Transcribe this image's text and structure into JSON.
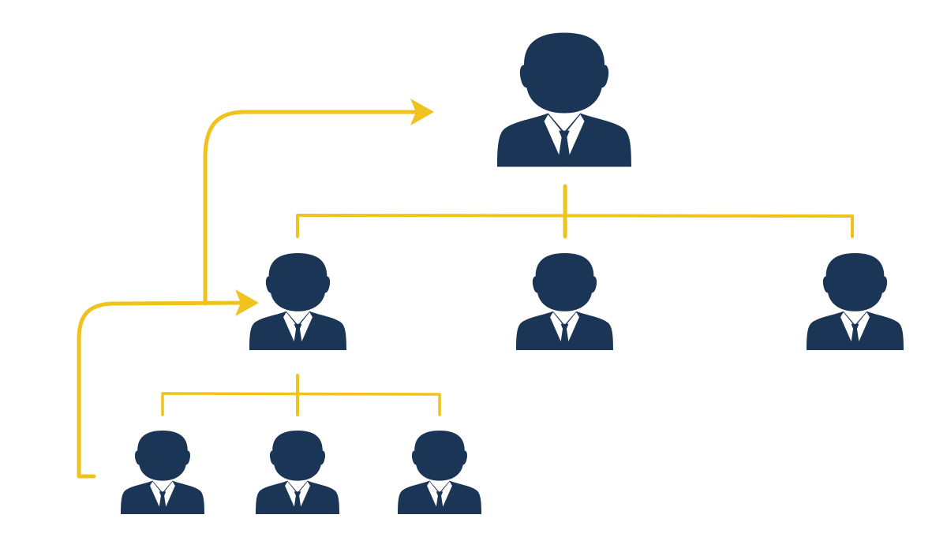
{
  "diagram": {
    "type": "org-hierarchy",
    "colors": {
      "person": "#1b3556",
      "connector": "#f0c21d",
      "background": "#ffffff"
    },
    "levels": [
      {
        "level": 1,
        "people": 1
      },
      {
        "level": 2,
        "people": 3
      },
      {
        "level": 3,
        "people": 3
      }
    ]
  }
}
